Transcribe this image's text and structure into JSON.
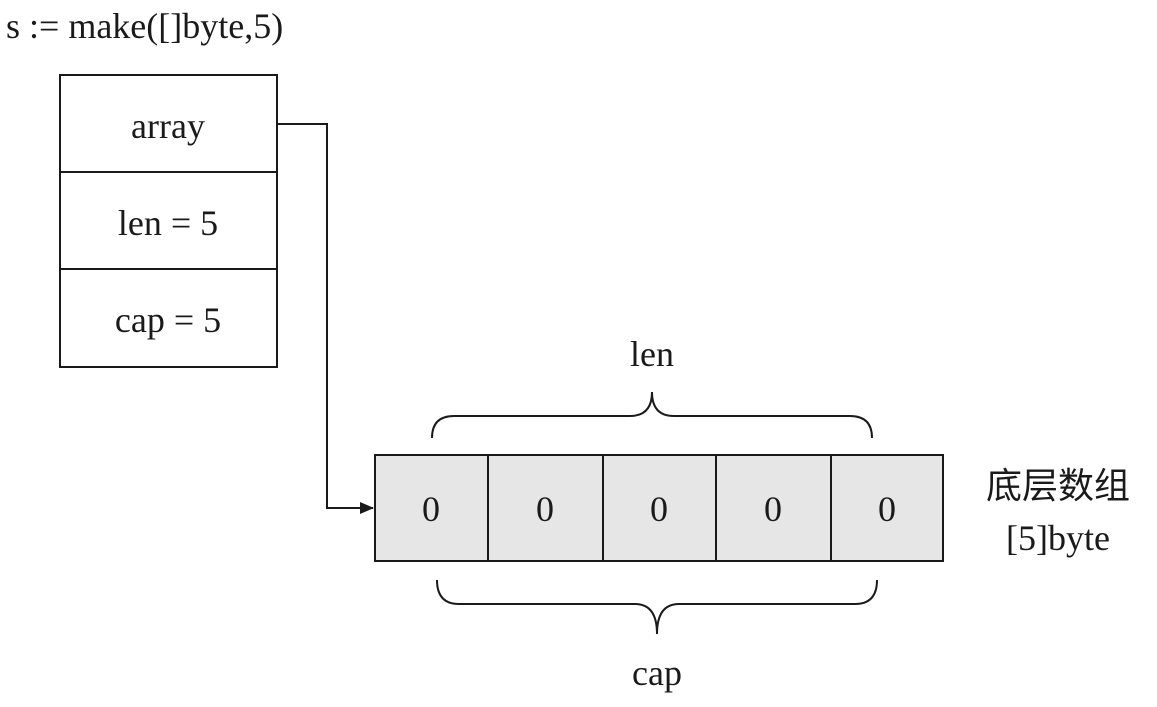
{
  "code": "s := make([]byte,5)",
  "header": {
    "fields": [
      "array",
      "len = 5",
      "cap = 5"
    ]
  },
  "array": {
    "cells": [
      "0",
      "0",
      "0",
      "0",
      "0"
    ],
    "title": "底层数组",
    "type": "[5]byte"
  },
  "len_label": "len",
  "cap_label": "cap",
  "colors": {
    "stroke": "#1a1a1a",
    "cell_fill": "#e6e6e6",
    "box_fill": "#ffffff"
  }
}
